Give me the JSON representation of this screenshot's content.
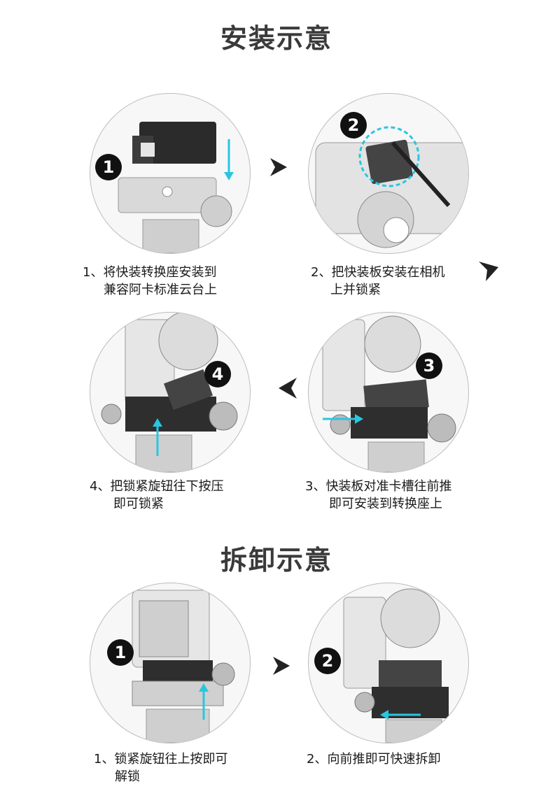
{
  "install": {
    "title": "安装示意",
    "steps": [
      {
        "num": "1",
        "line1": "1、将快装转换座安装到",
        "line2": "兼容阿卡标准云台上",
        "image": "quick-release-seat-onto-head"
      },
      {
        "num": "2",
        "line1": "2、把快装板安装在相机",
        "line2": "上并锁紧",
        "image": "plate-screwed-to-camera"
      },
      {
        "num": "3",
        "line1": "3、快装板对准卡槽往前推",
        "line2": "即可安装到转换座上",
        "image": "slide-plate-into-clamp"
      },
      {
        "num": "4",
        "line1": "4、把锁紧旋钮往下按压",
        "line2": "即可锁紧",
        "image": "press-lock-knob-down"
      }
    ]
  },
  "remove": {
    "title": "拆卸示意",
    "steps": [
      {
        "num": "1",
        "line1": "1、锁紧旋钮往上按即可",
        "line2": "解锁",
        "image": "push-knob-up-to-unlock"
      },
      {
        "num": "2",
        "line1": "2、向前推即可快速拆卸",
        "line2": "",
        "image": "slide-forward-to-remove"
      }
    ]
  },
  "colors": {
    "accent_arrow": "#29c6e0",
    "badge": "#111111",
    "title": "#3a3a3a"
  },
  "icons": {
    "flow_arrow": "arrowhead-icon"
  }
}
